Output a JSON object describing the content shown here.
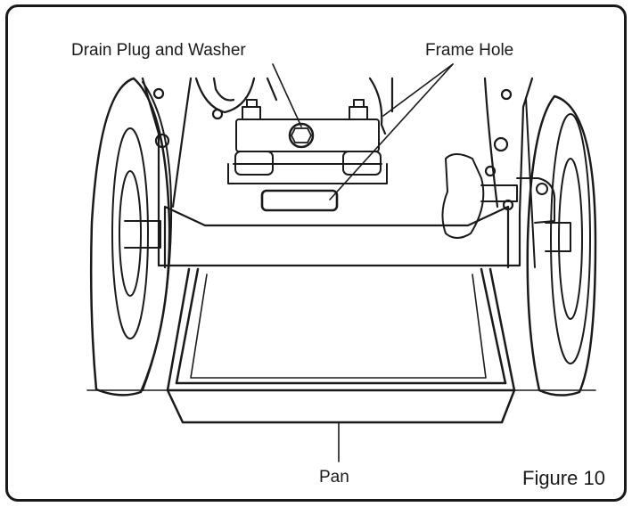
{
  "callouts": {
    "drain_plug": "Drain Plug and Washer",
    "frame_hole": "Frame Hole",
    "pan": "Pan"
  },
  "figure_label": "Figure 10",
  "colors": {
    "line": "#1a1a1a",
    "background": "#ffffff"
  }
}
